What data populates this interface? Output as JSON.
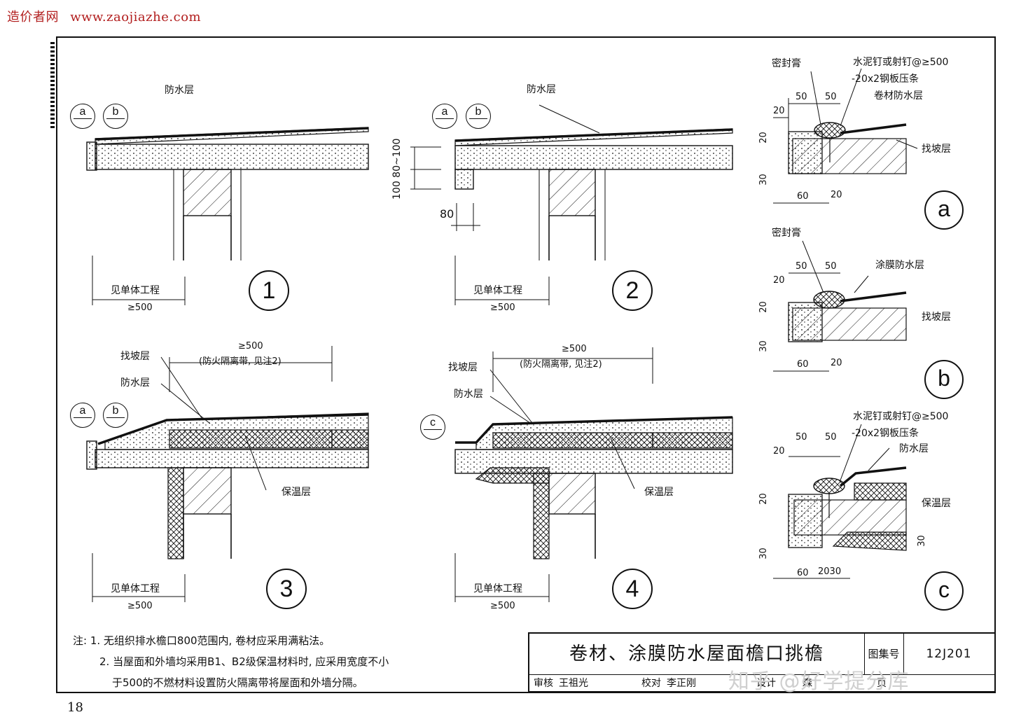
{
  "watermark": {
    "site": "造价者网",
    "url": "www.zaojiazhe.com"
  },
  "details": {
    "d1": {
      "number": "1",
      "labels": {
        "waterproof": "防水层",
        "see": "见单体工程",
        "width": "≥500"
      }
    },
    "d2": {
      "number": "2",
      "labels": {
        "waterproof": "防水层",
        "see": "见单体工程",
        "width": "≥500",
        "dim_v": "100  80~100",
        "dim_h": "80"
      }
    },
    "d3": {
      "number": "3",
      "labels": {
        "slope": "找坡层",
        "waterproof": "防水层",
        "insulation": "保温层",
        "see": "见单体工程",
        "width": "≥500",
        "fire_w": "≥500",
        "fire": "(防火隔离带, 见注2)"
      }
    },
    "d4": {
      "number": "4",
      "labels": {
        "slope": "找坡层",
        "waterproof": "防水层",
        "insulation": "保温层",
        "see": "见单体工程",
        "width": "≥500",
        "fire_w": "≥500",
        "fire": "(防火隔离带, 见注2)"
      }
    }
  },
  "tags": {
    "a": "a",
    "b": "b",
    "c": "c",
    "dash": "—"
  },
  "node_a": {
    "sealant": "密封膏",
    "nail": "水泥钉或射钉@≥500",
    "strip": "-20x2钢板压条",
    "membrane": "卷材防水层",
    "slope": "找坡层",
    "d50a": "50",
    "d50b": "50",
    "d20a": "20",
    "d20b": "20",
    "d30": "30",
    "d60": "60",
    "d20c": "20",
    "letter": "a"
  },
  "node_b": {
    "sealant": "密封膏",
    "coating": "涂膜防水层",
    "slope": "找坡层",
    "d50a": "50",
    "d50b": "50",
    "d20a": "20",
    "d20b": "20",
    "d30": "30",
    "d60": "60",
    "d20c": "20",
    "letter": "b"
  },
  "node_c": {
    "nail": "水泥钉或射钉@≥500",
    "strip": "-20x2钢板压条",
    "waterproof": "防水层",
    "insulation": "保温层",
    "d50a": "50",
    "d50b": "50",
    "d20a": "20",
    "d20b": "20",
    "d30a": "30",
    "d30b": "30",
    "d60": "60",
    "d2030": "2030",
    "letter": "c"
  },
  "notes": {
    "n1": "注: 1. 无组织排水檐口800范围内, 卷材应采用满粘法。",
    "n2": "2. 当屋面和外墙均采用B1、B2级保温材料时, 应采用宽度不小",
    "n3": "于500的不燃材料设置防火隔离带将屋面和外墙分隔。"
  },
  "title_block": {
    "title": "卷材、涂膜防水屋面檐口挑檐",
    "atlas_label": "图集号",
    "atlas_no": "12J201",
    "review_label": "审核",
    "reviewer": "王祖光",
    "check_label": "校对",
    "checker": "李正刚",
    "design_label": "设计",
    "designer": "森",
    "page_label": "页"
  },
  "page_number": "18",
  "overlay_mark": "知乎 @好学提分库",
  "colors": {
    "ink": "#111111",
    "watermark": "#b21e1e"
  }
}
